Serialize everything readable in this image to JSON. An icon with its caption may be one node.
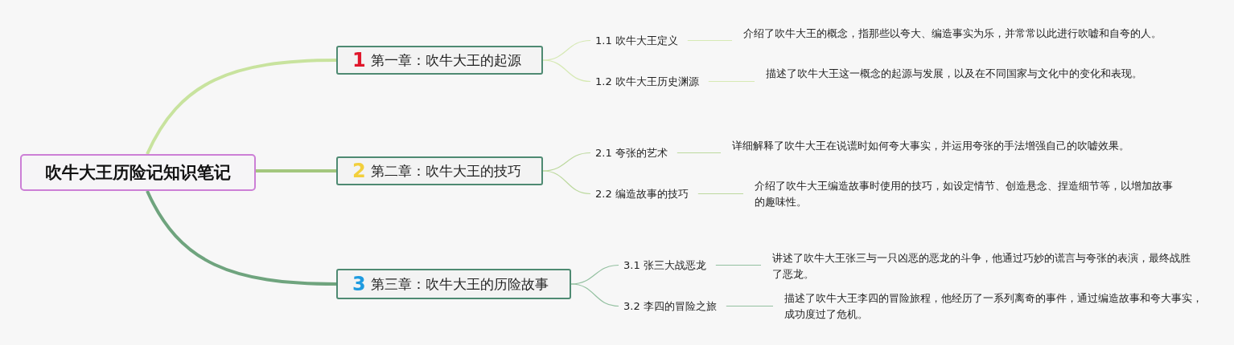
{
  "diagram": {
    "nodes": [
      {
        "text": [
          "吹牛大王历险记知识笔记"
        ]
      },
      {
        "text": [
          "1",
          "第一章：吹牛大王的起源"
        ]
      },
      {
        "text": [
          "1.1 吹牛大王定义"
        ]
      },
      {
        "text": [
          "介绍了吹牛大王的概念，指那些以夸大、编造事实为乐，并常常以此进行吹嘘和自夸的人。"
        ]
      },
      {
        "text": [
          "1.2 吹牛大王历史渊源"
        ]
      },
      {
        "text": [
          "描述了吹牛大王这一概念的起源与发展，以及在不同国家与文化中的变化和表现。"
        ]
      },
      {
        "text": [
          "2",
          "第二章：吹牛大王的技巧"
        ]
      },
      {
        "text": [
          "2.1 夸张的艺术"
        ]
      },
      {
        "text": [
          "详细解释了吹牛大王在说谎时如何夸大事实，并运用夸张的手法增强自己的吹嘘效果。"
        ]
      },
      {
        "text": [
          "2.2 编造故事的技巧"
        ]
      },
      {
        "text": [
          "介绍了吹牛大王编造故事时使用的技巧，如设定情节、创造悬念、捏造细节等，以增加故事的趣味性。"
        ]
      },
      {
        "text": [
          "3",
          "第三章：吹牛大王的历险故事"
        ]
      },
      {
        "text": [
          "3.1 张三大战恶龙"
        ]
      },
      {
        "text": [
          "讲述了吹牛大王张三与一只凶恶的恶龙的斗争，他通过巧妙的谎言与夸张的表演，最终战胜了恶龙。"
        ]
      },
      {
        "text": [
          "3.2 李四的冒险之旅"
        ]
      },
      {
        "text": [
          "描述了吹牛大王李四的冒险旅程，他经历了一系列离奇的事件，通过编造故事和夸大事实，成功度过了危机。"
        ]
      }
    ],
    "edges": [
      {
        "from": 0,
        "to": 1,
        "arrow": "none",
        "style": "thick",
        "color": "#c8e39e"
      },
      {
        "from": 1,
        "to": 2,
        "arrow": "none",
        "color": "#d6e9b4"
      },
      {
        "from": 2,
        "to": 3,
        "arrow": "none",
        "color": "#d6e9b4"
      },
      {
        "from": 1,
        "to": 4,
        "arrow": "none",
        "color": "#d6e9b4"
      },
      {
        "from": 4,
        "to": 5,
        "arrow": "none",
        "color": "#d6e9b4"
      },
      {
        "from": 0,
        "to": 6,
        "arrow": "none",
        "style": "thick",
        "color": "#a3c77e"
      },
      {
        "from": 6,
        "to": 7,
        "arrow": "none",
        "color": "#bcd99e"
      },
      {
        "from": 7,
        "to": 8,
        "arrow": "none",
        "color": "#bcd99e"
      },
      {
        "from": 6,
        "to": 9,
        "arrow": "none",
        "color": "#bcd99e"
      },
      {
        "from": 9,
        "to": 10,
        "arrow": "none",
        "color": "#bcd99e"
      },
      {
        "from": 0,
        "to": 11,
        "arrow": "none",
        "style": "thick",
        "color": "#6fa47e"
      },
      {
        "from": 11,
        "to": 12,
        "arrow": "none",
        "color": "#93c0a0"
      },
      {
        "from": 12,
        "to": 13,
        "arrow": "none",
        "color": "#93c0a0"
      },
      {
        "from": 11,
        "to": 14,
        "arrow": "none",
        "color": "#93c0a0"
      },
      {
        "from": 14,
        "to": 15,
        "arrow": "none",
        "color": "#93c0a0"
      }
    ]
  }
}
